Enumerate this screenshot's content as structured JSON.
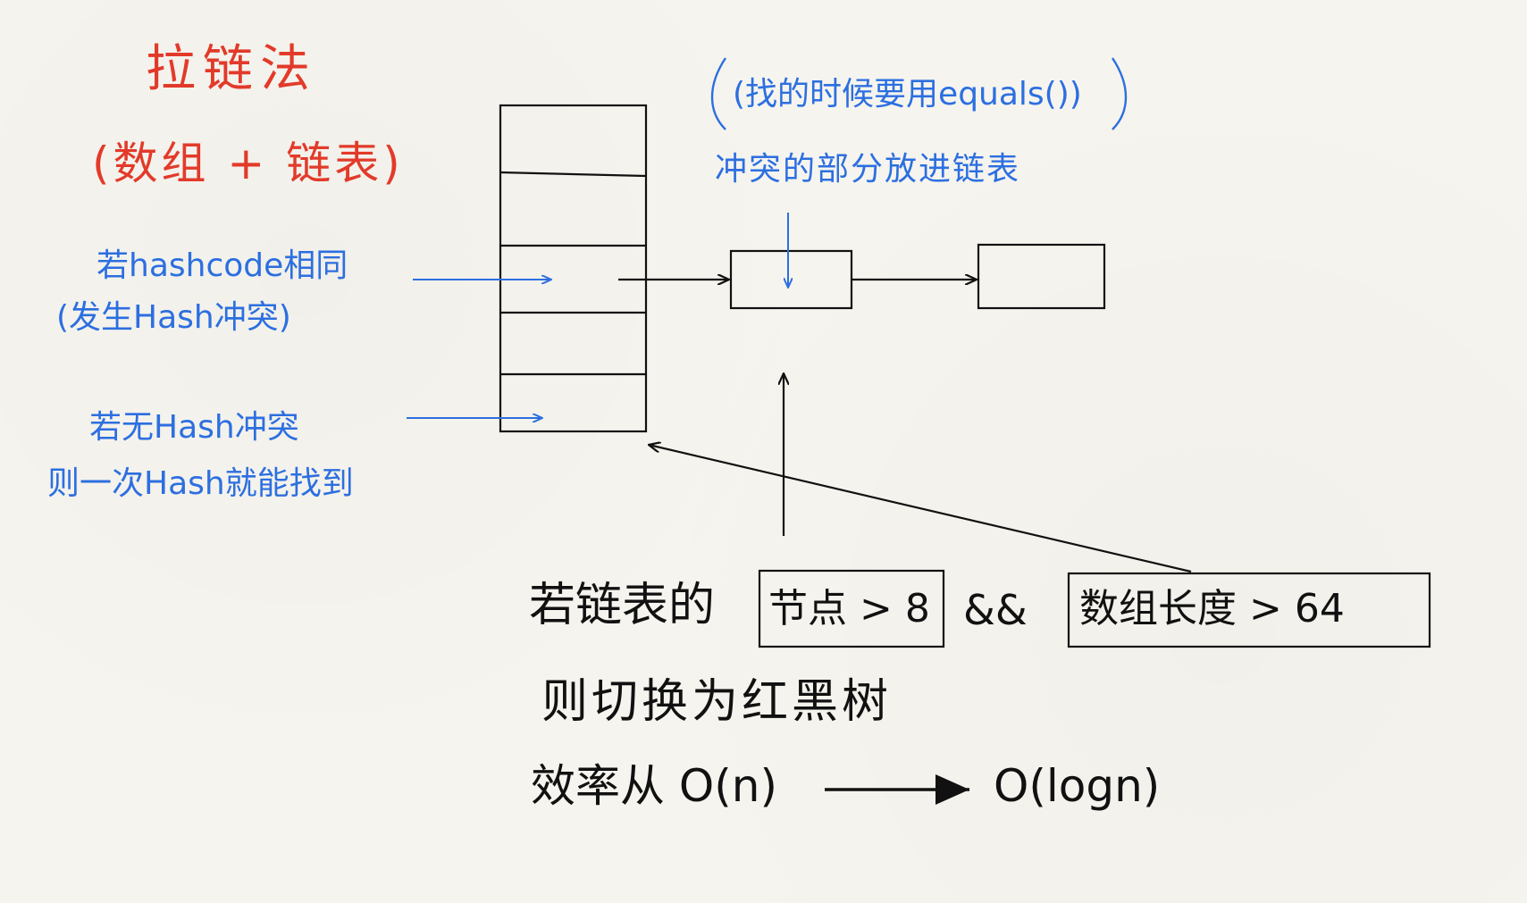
{
  "colors": {
    "red": "#e23a2a",
    "blue": "#2c6fe0",
    "black": "#111111",
    "paper": "#f6f4ee"
  },
  "title": {
    "main": "拉链法",
    "sub": "(数组 + 链表)"
  },
  "notes": {
    "collision_line1": "若hashcode相同",
    "collision_line2": "(发生Hash冲突)",
    "no_collision_line1": "若无Hash冲突",
    "no_collision_line2": "则一次Hash就能找到",
    "find_hint": "(找的时候要用equals())",
    "conflict_hint": "冲突的部分放进链表"
  },
  "condition": {
    "prefix": "若链表的",
    "box1": "节点 > 8",
    "and": "&&",
    "box2": "数组长度 > 64"
  },
  "result": {
    "line1": "则切换为红黑树",
    "line2_prefix": "效率从 O(n)",
    "line2_suffix": "O(logn)"
  }
}
